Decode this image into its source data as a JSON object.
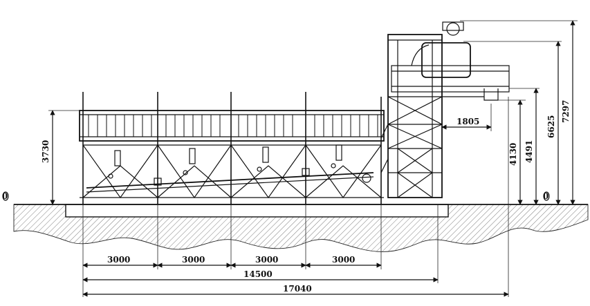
{
  "drawing": {
    "ground_level_left": "0",
    "ground_level_right": "0",
    "horizontal_dimensions": {
      "bay1": "3000",
      "bay2": "3000",
      "bay3": "3000",
      "bay4": "3000",
      "overall_bins": "14500",
      "overall_plant": "17040",
      "mixer_overhang": "1805"
    },
    "vertical_dimensions": {
      "bin_height": "3730",
      "discharge_height": "4130",
      "platform_height": "4491",
      "tower_height": "6625",
      "total_height": "7297"
    }
  }
}
